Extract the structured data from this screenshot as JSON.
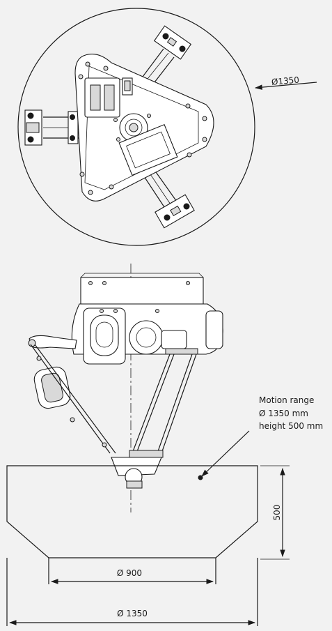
{
  "top_view": {
    "diameter_label": "Ø1350"
  },
  "side_view": {
    "motion_range_label": [
      "Motion range",
      "Ø 1350 mm",
      "height 500 mm"
    ],
    "height_dimension": "500",
    "inner_diameter": "Ø 900",
    "outer_diameter": "Ø 1350"
  },
  "colors": {
    "background": "#f2f2f2",
    "line": "#1a1a1a",
    "part_fill": "#ffffff",
    "shade": "#d9d9d9"
  }
}
